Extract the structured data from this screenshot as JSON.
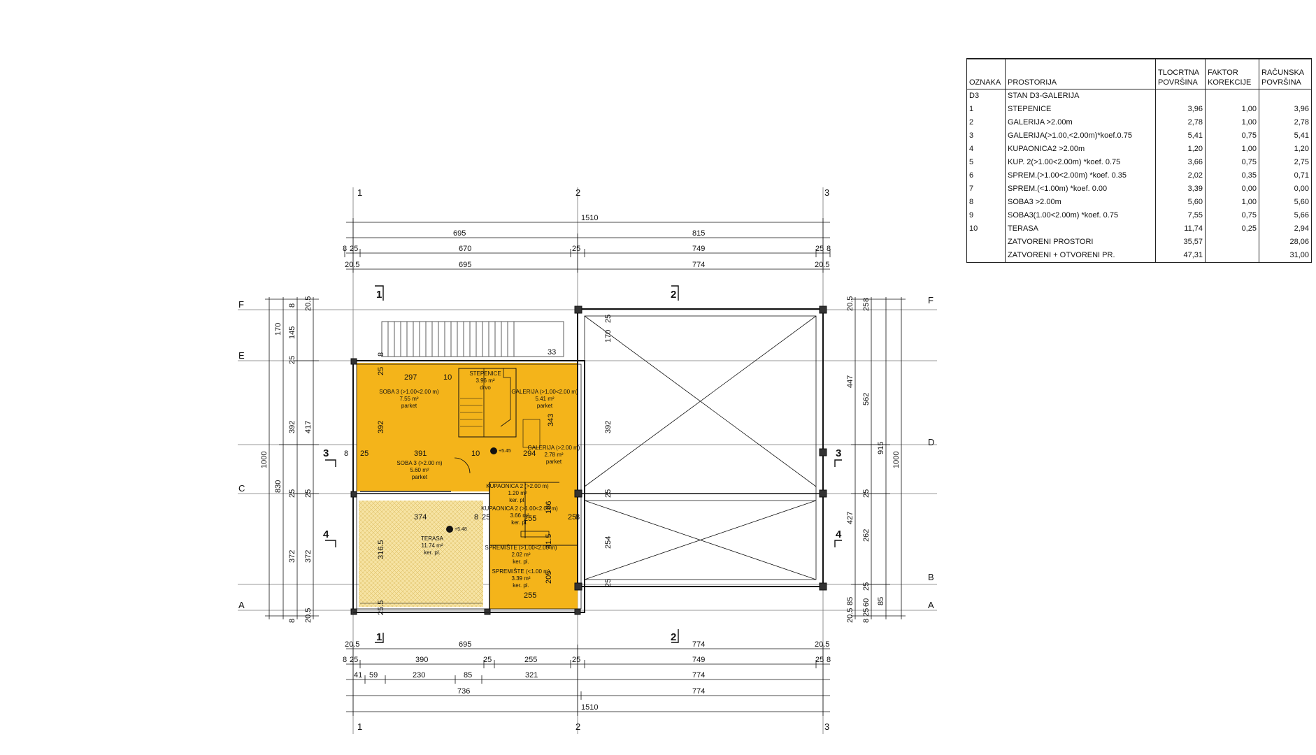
{
  "area_table": {
    "headers": {
      "code": "OZNAKA",
      "room": "PROSTORIJA",
      "floor_area": [
        "TLOCRTNA",
        "POVRŠINA"
      ],
      "factor": [
        "FAKTOR",
        "KOREKCIJE"
      ],
      "calc_area": [
        "RAČUNSKA",
        "POVRŠINA"
      ]
    },
    "rows": [
      {
        "code": "D3",
        "room": "STAN D3-GALERIJA",
        "area": "",
        "factor": "",
        "calc": ""
      },
      {
        "code": "1",
        "room": "STEPENICE",
        "area": "3,96",
        "factor": "1,00",
        "calc": "3,96"
      },
      {
        "code": "2",
        "room": "GALERIJA >2.00m",
        "area": "2,78",
        "factor": "1,00",
        "calc": "2,78"
      },
      {
        "code": "3",
        "room": "GALERIJA(>1.00,<2.00m)*koef.0.75",
        "area": "5,41",
        "factor": "0,75",
        "calc": "5,41"
      },
      {
        "code": "4",
        "room": "KUPAONICA2 >2.00m",
        "area": "1,20",
        "factor": "1,00",
        "calc": "1,20"
      },
      {
        "code": "5",
        "room": "KUP. 2(>1.00<2.00m) *koef. 0.75",
        "area": "3,66",
        "factor": "0,75",
        "calc": "2,75"
      },
      {
        "code": "6",
        "room": "SPREM.(>1.00<2.00m) *koef. 0.35",
        "area": "2,02",
        "factor": "0,35",
        "calc": "0,71"
      },
      {
        "code": "7",
        "room": "SPREM.(<1.00m) *koef. 0.00",
        "area": "3,39",
        "factor": "0,00",
        "calc": "0,00"
      },
      {
        "code": "8",
        "room": "SOBA3 >2.00m",
        "area": "5,60",
        "factor": "1,00",
        "calc": "5,60"
      },
      {
        "code": "9",
        "room": "SOBA3(1.00<2.00m) *koef. 0.75",
        "area": "7,55",
        "factor": "0,75",
        "calc": "5,66"
      },
      {
        "code": "10",
        "room": "TERASA",
        "area": "11,74",
        "factor": "0,25",
        "calc": "2,94"
      },
      {
        "code": "",
        "room": "ZATVORENI PROSTORI",
        "area": "35,57",
        "factor": "",
        "calc": "28,06"
      },
      {
        "code": "",
        "room": "ZATVORENI + OTVORENI PR.",
        "area": "47,31",
        "factor": "",
        "calc": "31,00"
      }
    ]
  },
  "plan": {
    "grid_axes": {
      "one": "1",
      "two": "2",
      "three": "3",
      "a": "A",
      "b": "B",
      "c": "C",
      "d": "D",
      "e": "E",
      "f": "F"
    },
    "sections": {
      "s1": "1",
      "s2": "2",
      "s3": "3",
      "s4": "4"
    },
    "top_dims": {
      "total": "1510",
      "left": "695",
      "right": "815",
      "r2_a": "8",
      "r2_b": "25",
      "r2_c": "670",
      "r2_d": "25",
      "r2_e": "749",
      "r2_f": "25",
      "r2_g": "8",
      "r3_a": "20.5",
      "r3_b": "695",
      "r3_c": "774",
      "r3_d": "20.5"
    },
    "bottom_dims": {
      "r1_a": "20.5",
      "r1_b": "695",
      "r1_c": "774",
      "r1_d": "20.5",
      "r2_a": "8",
      "r2_b": "25",
      "r2_c": "390",
      "r2_d": "25",
      "r2_e": "255",
      "r2_f": "25",
      "r2_g": "749",
      "r2_h": "25",
      "r2_i": "8",
      "r3_a": "41",
      "r3_b": "59",
      "r3_c": "230",
      "r3_d": "85",
      "r3_e": "321",
      "r3_f": "774",
      "r4_a": "736",
      "r4_b": "774",
      "total": "1510"
    },
    "left_dims": {
      "total": "1000",
      "outer": "830",
      "a": "170",
      "b": "145",
      "c": "392",
      "d": "417",
      "e": "372",
      "f": "372",
      "g": "25",
      "h": "8",
      "i": "20.5",
      "j": "25",
      "k": "25",
      "l": "8",
      "m": "20.5"
    },
    "right_dims": {
      "total": "1000",
      "outer": "915",
      "a": "447",
      "b": "562",
      "c": "427",
      "d": "262",
      "e": "20.5",
      "f": "25",
      "g": "8",
      "h": "25",
      "i": "25",
      "j": "20.5",
      "k": "85",
      "l": "60",
      "m": "25",
      "n": "8",
      "o": "85"
    },
    "rooms": {
      "soba3_upper": {
        "name": "SOBA 3 (>1.00<2.00 m)",
        "area": "7.55 m²",
        "floor": "parket"
      },
      "soba3_lower": {
        "name": "SOBA 3 (>2.00 m)",
        "area": "5.60 m²",
        "floor": "parket"
      },
      "stepenice": {
        "name": "STEPENICE",
        "area": "3.96 m²",
        "floor": "drvo"
      },
      "galerija_upper": {
        "name": "GALERIJA (>1.00<2.00 m)",
        "area": "5.41 m²",
        "floor": "parket"
      },
      "galerija_lower": {
        "name": "GALERIJA (>2.00 m)",
        "area": "2.78 m²",
        "floor": "parket"
      },
      "kupaonica_a": {
        "name": "KUPAONICA 2 (>2.00 m)",
        "area": "1.20 m²",
        "floor": "ker. pl."
      },
      "kupaonica_b": {
        "name": "KUPAONICA 2 (>1.00<2.00 m)",
        "area": "3.66 m²",
        "floor": "ker. pl."
      },
      "spremiste_a": {
        "name": "SPREMIŠTE (>1.00<2.00 m)",
        "area": "2.02 m²",
        "floor": "ker. pl."
      },
      "spremiste_b": {
        "name": "SPREMIŠTE (<1.00 m)",
        "area": "3.39 m²",
        "floor": "ker. pl."
      },
      "terasa": {
        "name": "TERASA",
        "area": "11.74 m²",
        "floor": "ker. pl."
      }
    },
    "inner_dims": {
      "d297": "297",
      "d10a": "10",
      "d25a": "25",
      "d8a": "8",
      "d33": "33",
      "d392": "392",
      "d343": "343",
      "d391": "391",
      "d10b": "10",
      "d294": "294",
      "d25b": "25",
      "d8b": "8",
      "d374": "374",
      "d8c": "8",
      "d25c": "25",
      "d255a": "255",
      "d186": "186",
      "d25d": "25",
      "d8d": "8",
      "d3165": "316.5",
      "d205": "205",
      "d255b": "255",
      "d415": "41.5",
      "d255c": "25.5",
      "d170": "170",
      "d392b": "392",
      "d254": "254",
      "d25e": "25",
      "d25f": "25",
      "d25g": "25"
    },
    "levels": {
      "upper": "+5.45",
      "terrace": "+5.48"
    }
  },
  "colors": {
    "room_fill": "#f4b41a",
    "terrace_fill": "#f6e3a3",
    "line": "#111111"
  }
}
